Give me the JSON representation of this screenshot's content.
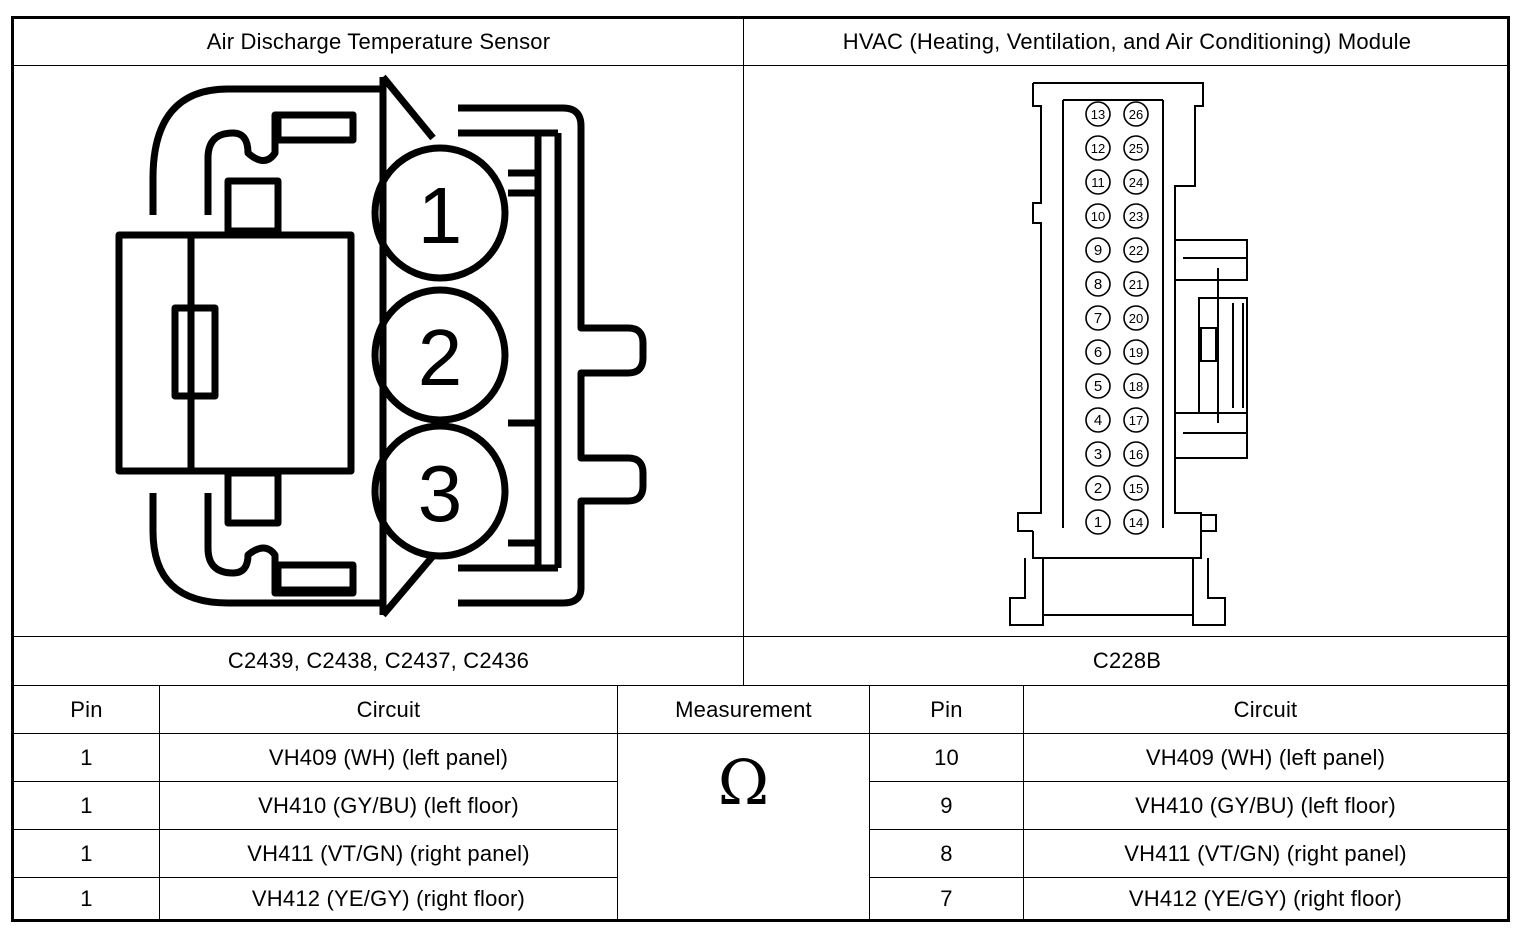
{
  "header": {
    "left_title": "Air Discharge Temperature Sensor",
    "right_title": "HVAC (Heating, Ventilation, and Air Conditioning) Module"
  },
  "sensor_connector": {
    "pins": [
      "1",
      "2",
      "3"
    ]
  },
  "module_connector": {
    "left_column_pins": [
      "13",
      "12",
      "11",
      "10",
      "9",
      "8",
      "7",
      "6",
      "5",
      "4",
      "3",
      "2",
      "1"
    ],
    "right_column_pins": [
      "26",
      "25",
      "24",
      "23",
      "22",
      "21",
      "20",
      "19",
      "18",
      "17",
      "16",
      "15",
      "14"
    ]
  },
  "connector_ids": {
    "left": "C2439, C2438, C2437, C2436",
    "right": "C228B"
  },
  "table": {
    "columns": [
      "Pin",
      "Circuit",
      "Measurement",
      "Pin",
      "Circuit"
    ],
    "measurement_symbol": "Ω",
    "rows": [
      {
        "pin_a": "1",
        "circuit_a": "VH409 (WH) (left panel)",
        "pin_b": "10",
        "circuit_b": "VH409 (WH) (left panel)"
      },
      {
        "pin_a": "1",
        "circuit_a": "VH410 (GY/BU) (left floor)",
        "pin_b": "9",
        "circuit_b": "VH410 (GY/BU) (left floor)"
      },
      {
        "pin_a": "1",
        "circuit_a": "VH411 (VT/GN) (right panel)",
        "pin_b": "8",
        "circuit_b": "VH411 (VT/GN) (right panel)"
      },
      {
        "pin_a": "1",
        "circuit_a": "VH412 (YE/GY) (right floor)",
        "pin_b": "7",
        "circuit_b": "VH412 (YE/GY) (right floor)"
      }
    ]
  }
}
